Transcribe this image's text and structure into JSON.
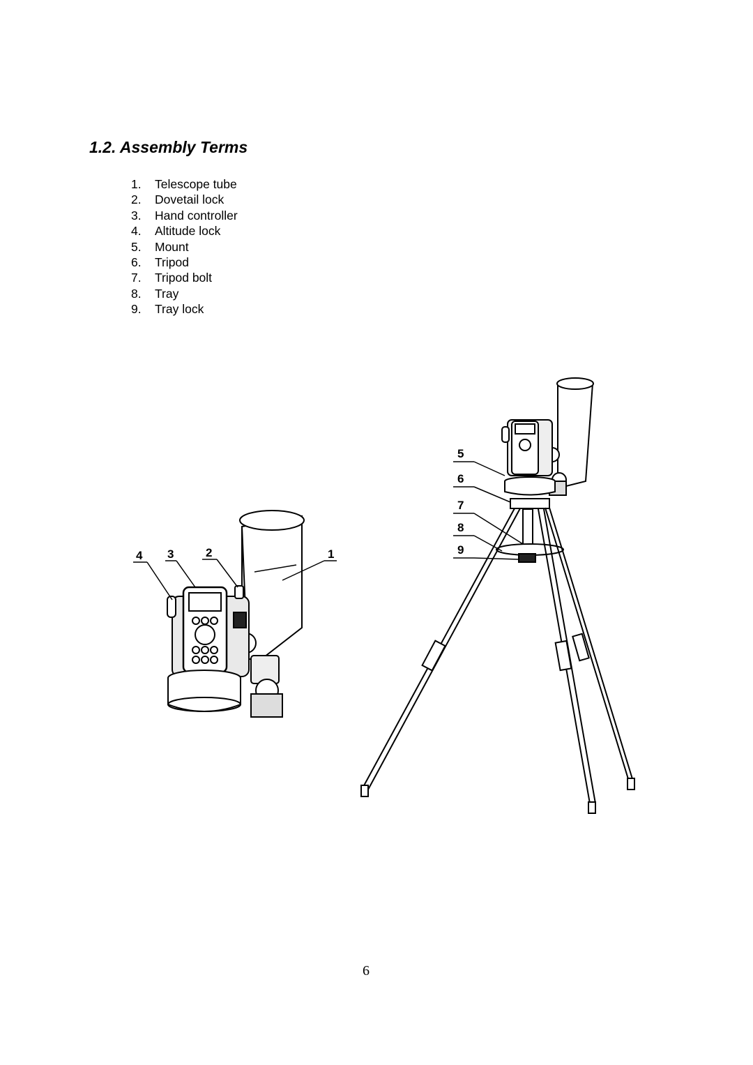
{
  "section": {
    "title": "1.2. Assembly Terms"
  },
  "terms": [
    {
      "num": "1.",
      "label": "Telescope tube"
    },
    {
      "num": "2.",
      "label": "Dovetail lock"
    },
    {
      "num": "3.",
      "label": "Hand controller"
    },
    {
      "num": "4.",
      "label": "Altitude lock"
    },
    {
      "num": "5.",
      "label": "Mount"
    },
    {
      "num": "6.",
      "label": "Tripod"
    },
    {
      "num": "7.",
      "label": "Tripod bolt"
    },
    {
      "num": "8.",
      "label": "Tray"
    },
    {
      "num": "9.",
      "label": "Tray lock"
    }
  ],
  "figure_left": {
    "callouts": [
      "4",
      "3",
      "2",
      "1"
    ]
  },
  "figure_right": {
    "callouts": [
      "5",
      "6",
      "7",
      "8",
      "9"
    ]
  },
  "page_number": "6"
}
